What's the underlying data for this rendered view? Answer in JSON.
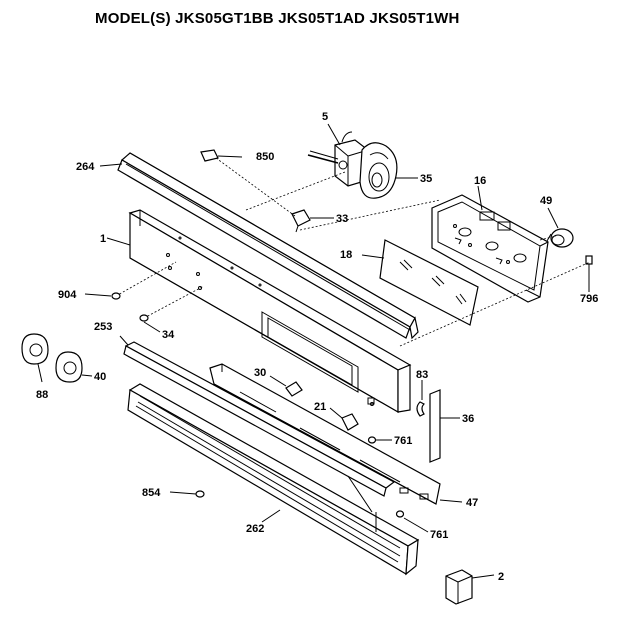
{
  "header": {
    "title": "MODEL(S) JKS05GT1BB  JKS05T1AD  JKS05T1WH"
  },
  "parts": [
    {
      "id": "264"
    },
    {
      "id": "850"
    },
    {
      "id": "5"
    },
    {
      "id": "35"
    },
    {
      "id": "16"
    },
    {
      "id": "49"
    },
    {
      "id": "33"
    },
    {
      "id": "18"
    },
    {
      "id": "1"
    },
    {
      "id": "904"
    },
    {
      "id": "796"
    },
    {
      "id": "34"
    },
    {
      "id": "253"
    },
    {
      "id": "88"
    },
    {
      "id": "40"
    },
    {
      "id": "30"
    },
    {
      "id": "83"
    },
    {
      "id": "21"
    },
    {
      "id": "36"
    },
    {
      "id": "761"
    },
    {
      "id": "854"
    },
    {
      "id": "47"
    },
    {
      "id": "262"
    },
    {
      "id": "761"
    },
    {
      "id": "2"
    }
  ]
}
